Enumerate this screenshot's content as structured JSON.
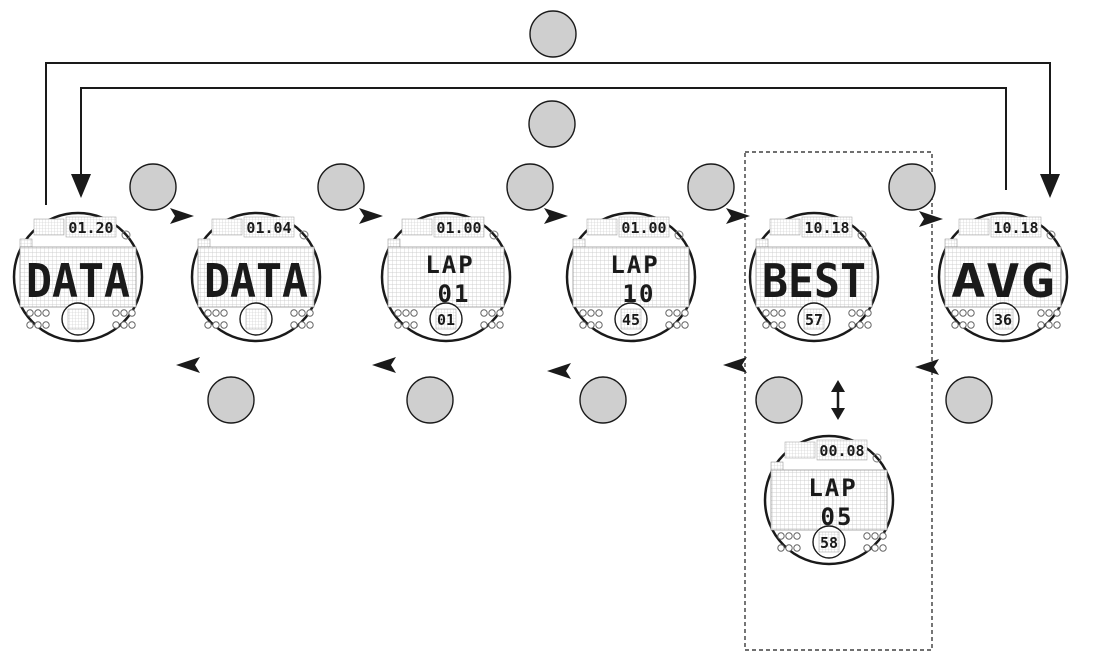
{
  "diagram": {
    "main_watches": [
      {
        "id": "data-1",
        "top": "01.20",
        "line1": "DATA",
        "line2": "",
        "bottom": ""
      },
      {
        "id": "data-2",
        "top": "01.04",
        "line1": "DATA",
        "line2": "",
        "bottom": ""
      },
      {
        "id": "lap-1",
        "top": "01.00",
        "line1": "LAP",
        "line2": "01",
        "bottom": "01"
      },
      {
        "id": "lap-2",
        "top": "01.00",
        "line1": "LAP",
        "line2": "10",
        "bottom": "45"
      },
      {
        "id": "best",
        "top": "10.18",
        "line1": "BEST",
        "line2": "",
        "bottom": "57"
      },
      {
        "id": "avg",
        "top": "10.18",
        "line1": "AVG",
        "line2": "",
        "bottom": "36"
      }
    ],
    "extra_watch": {
      "id": "lap-best",
      "top": "00.08",
      "line1": "LAP",
      "line2": "05",
      "bottom": "58"
    },
    "colors": {
      "line": "#1a1a1a",
      "button": "#cfcfcf",
      "lcd_grid": "#bdbdbd",
      "ink": "#1a1a1a"
    }
  }
}
